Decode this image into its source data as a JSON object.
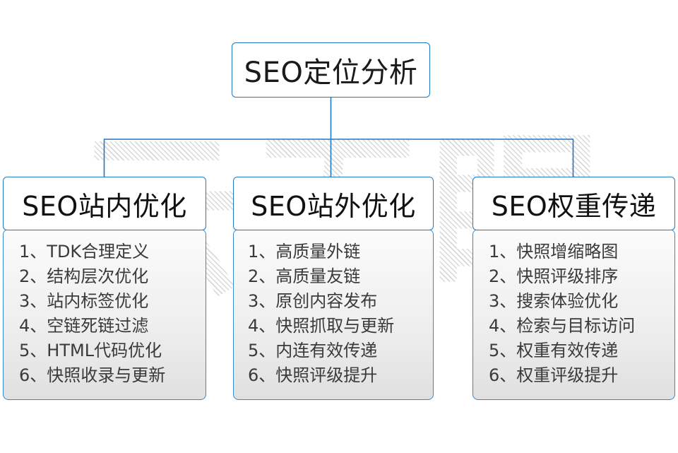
{
  "diagram": {
    "root": {
      "label": "SEO定位分析"
    },
    "watermark_text": "云无眼",
    "accent_color": "#2276c4",
    "branches": [
      {
        "header": "SEO站内优化",
        "items": [
          {
            "num": "1、",
            "text": "TDK合理定义"
          },
          {
            "num": "2、",
            "text": "结构层次优化"
          },
          {
            "num": "3、",
            "text": "站内标签优化"
          },
          {
            "num": "4、",
            "text": "空链死链过滤"
          },
          {
            "num": "5、",
            "text": "HTML代码优化"
          },
          {
            "num": "6、",
            "text": "快照收录与更新"
          }
        ]
      },
      {
        "header": "SEO站外优化",
        "items": [
          {
            "num": "1、",
            "text": "高质量外链"
          },
          {
            "num": "2、",
            "text": "高质量友链"
          },
          {
            "num": "3、",
            "text": "原创内容发布"
          },
          {
            "num": "4、",
            "text": "快照抓取与更新"
          },
          {
            "num": "5、",
            "text": "内连有效传递"
          },
          {
            "num": "6、",
            "text": "快照评级提升"
          }
        ]
      },
      {
        "header": "SEO权重传递",
        "items": [
          {
            "num": "1、",
            "text": "快照增缩略图"
          },
          {
            "num": "2、",
            "text": "快照评级排序"
          },
          {
            "num": "3、",
            "text": "搜索体验优化"
          },
          {
            "num": "4、",
            "text": "检索与目标访问"
          },
          {
            "num": "5、",
            "text": "权重有效传递"
          },
          {
            "num": "6、",
            "text": "权重评级提升"
          }
        ]
      }
    ]
  }
}
